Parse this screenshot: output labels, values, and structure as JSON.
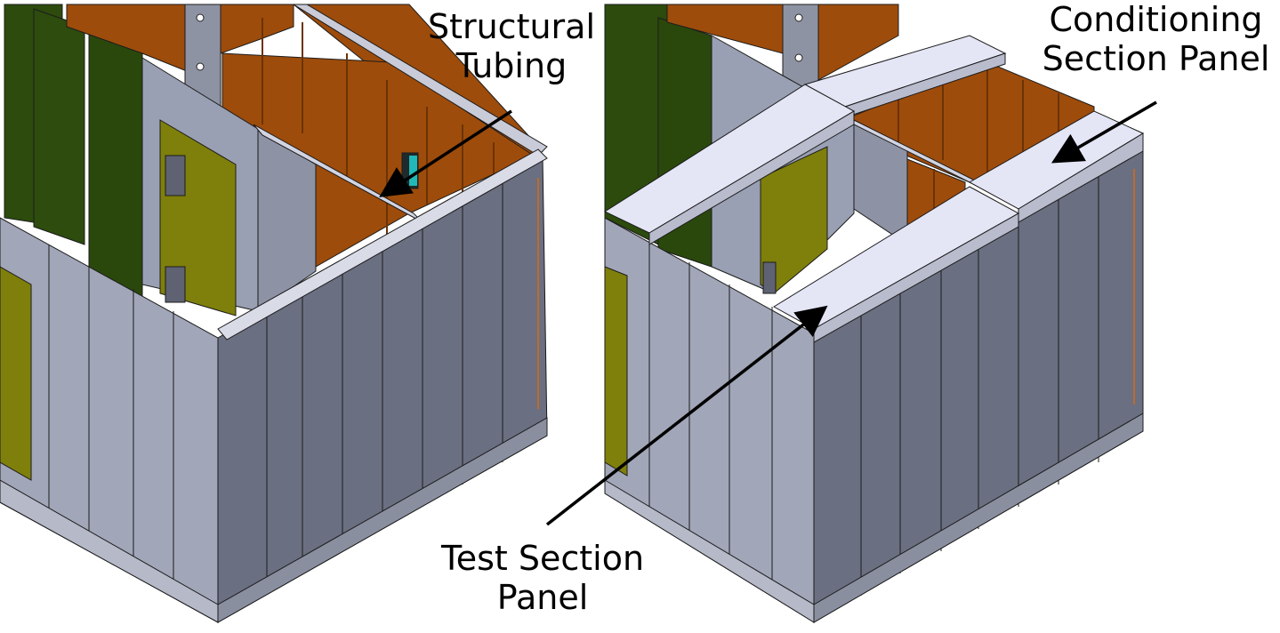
{
  "colors": {
    "panel_light": "#9aa0b3",
    "panel_dark": "#6a6f81",
    "panel_cap": "#e4e6f6",
    "orange": "#9e4c0b",
    "green": "#2c4b0d",
    "door_yellow": "#7f7f0b",
    "cyan": "#22b8b8",
    "edge": "#1c1c1c"
  },
  "labels": {
    "structural_tubing": {
      "line1": "Structural",
      "line2": "Tubing"
    },
    "conditioning_panel": {
      "line1": "Conditioning",
      "line2": "Section Panel"
    },
    "test_section_panel": {
      "line1": "Test Section",
      "line2": "Panel"
    }
  }
}
